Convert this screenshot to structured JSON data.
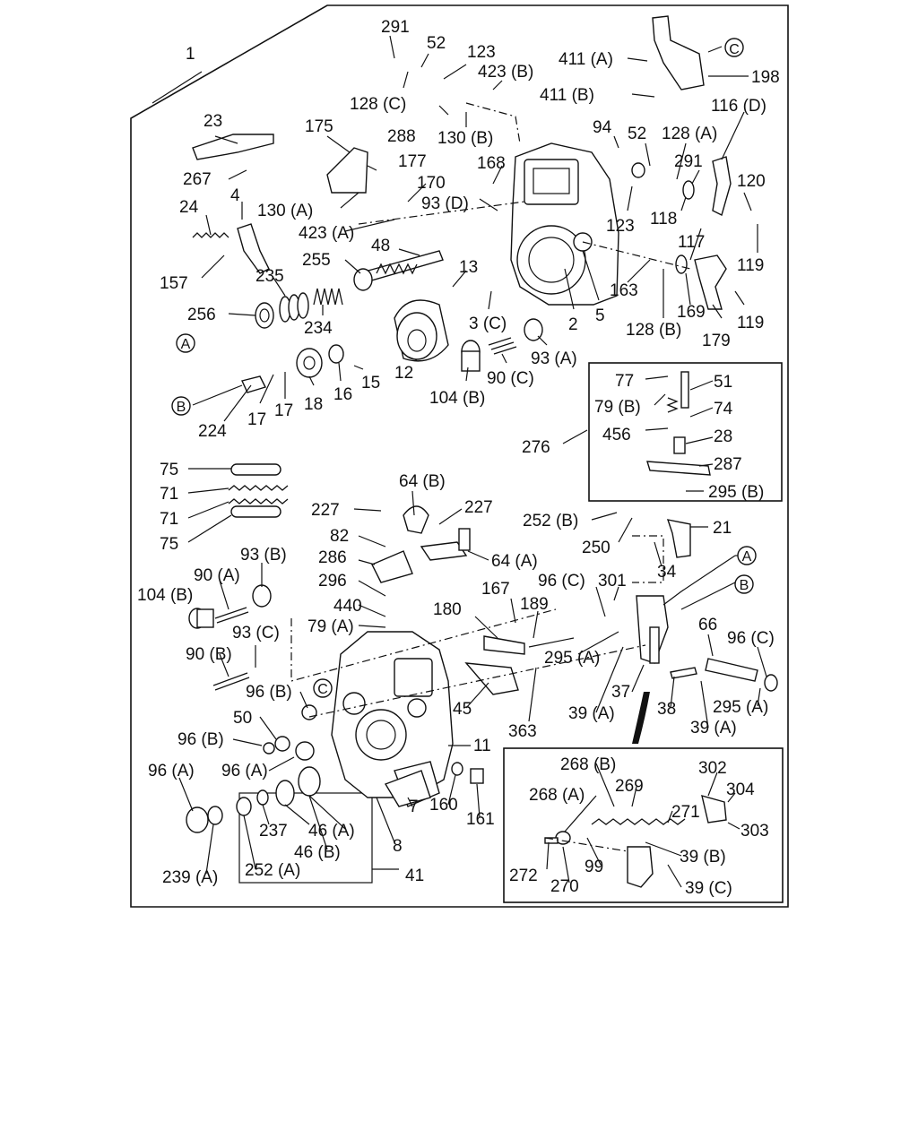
{
  "labels": {
    "l1": "1",
    "l291a": "291",
    "l52a": "52",
    "l123a": "123",
    "l423b": "423 (B)",
    "l128c": "128 (C)",
    "l411a": "411 (A)",
    "l411b": "411 (B)",
    "l198": "198",
    "lC1": "C",
    "l116d": "116 (D)",
    "l23": "23",
    "l175": "175",
    "l177": "177",
    "l288": "288",
    "l130b": "130 (B)",
    "l267": "267",
    "l94": "94",
    "l52b": "52",
    "l128a": "128 (A)",
    "l291b": "291",
    "l168": "168",
    "l170": "170",
    "l120": "120",
    "l130a": "130 (A)",
    "l93d": "93 (D)",
    "l24": "24",
    "l4": "4",
    "l123b": "123",
    "l118": "118",
    "l423a": "423 (A)",
    "l48": "48",
    "l117": "117",
    "l119a": "119",
    "l255": "255",
    "l13": "13",
    "l157": "157",
    "l235": "235",
    "l163": "163",
    "l3c": "3 (C)",
    "l2": "2",
    "l5": "5",
    "l256": "256",
    "l234": "234",
    "l119b": "119",
    "lA1": "A",
    "l169": "169",
    "l128b": "128 (B)",
    "l179": "179",
    "l93a": "93 (A)",
    "l12": "12",
    "l15": "15",
    "l16": "16",
    "l90c": "90 (C)",
    "l104ba": "104 (B)",
    "l18": "18",
    "l17a": "17",
    "l17b": "17",
    "lB1": "B",
    "l224": "224",
    "l77": "77",
    "l51": "51",
    "l79b": "79 (B)",
    "l74": "74",
    "l456": "456",
    "l28": "28",
    "l276": "276",
    "l287": "287",
    "l295b": "295 (B)",
    "l75a": "75",
    "l71a": "71",
    "l71b": "71",
    "l75b": "75",
    "l64b": "64 (B)",
    "l227a": "227",
    "l227b": "227",
    "l252b": "252 (B)",
    "l21": "21",
    "l250": "250",
    "l82": "82",
    "l286": "286",
    "l64a": "64 (A)",
    "l34": "34",
    "l93b": "93 (B)",
    "l90a": "90 (A)",
    "lA2": "A",
    "l296": "296",
    "l96c1": "96 (C)",
    "l301": "301",
    "lB2": "B",
    "l104bb": "104 (B)",
    "l167": "167",
    "l189": "189",
    "l440": "440",
    "l180": "180",
    "l79a": "79 (A)",
    "l66": "66",
    "l96c2": "96 (C)",
    "l93c": "93 (C)",
    "l295a1": "295 (A)",
    "l90b": "90 (B)",
    "l37": "37",
    "l96b1": "96 (B)",
    "lC2": "C",
    "l45": "45",
    "l39a1": "39 (A)",
    "l38": "38",
    "l295a2": "295 (A)",
    "l50": "50",
    "l363": "363",
    "l39a2": "39 (A)",
    "l96b2": "96 (B)",
    "l11": "11",
    "l268b": "268 (B)",
    "l302": "302",
    "l96a1": "96 (A)",
    "l96a2": "96 (A)",
    "l160": "160",
    "l268a": "268 (A)",
    "l269": "269",
    "l304": "304",
    "l7": "7",
    "l161": "161",
    "l271": "271",
    "l303": "303",
    "l237": "237",
    "l46a": "46 (A)",
    "l8": "8",
    "l39b": "39 (B)",
    "l46b": "46 (B)",
    "l99": "99",
    "l272": "272",
    "l270": "270",
    "l239a": "239 (A)",
    "l252a": "252 (A)",
    "l41": "41",
    "l39c": "39 (C)"
  }
}
